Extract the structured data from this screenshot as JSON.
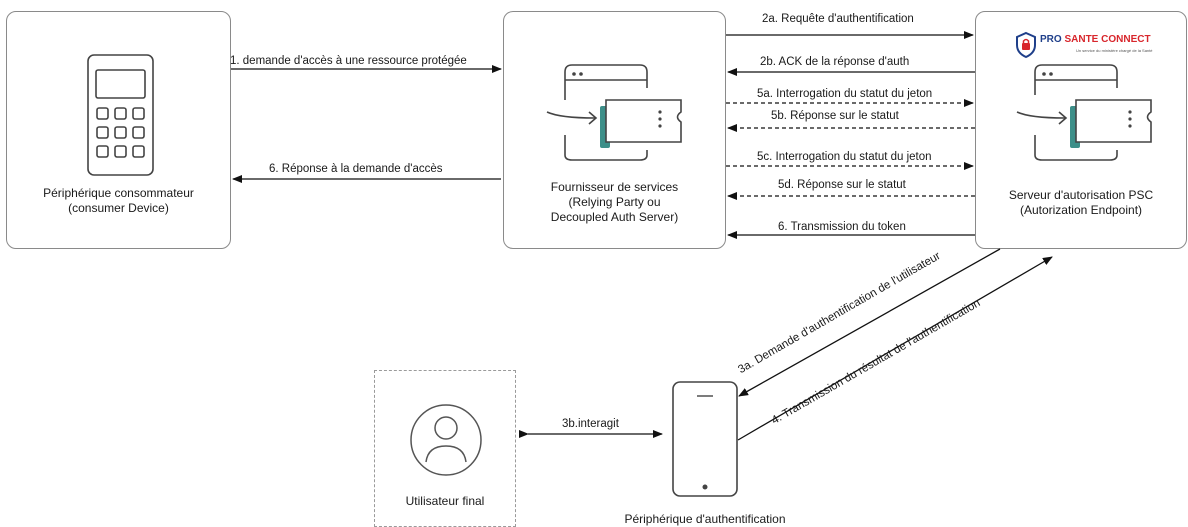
{
  "nodes": {
    "consumer_device": "Périphérique consommateur\n(consumer Device)",
    "service_provider": "Fournisseur de services\n(Relying Party ou\nDecoupled Auth Server)",
    "auth_server": "Serveur d'autorisation PSC\n(Autorization Endpoint)",
    "end_user": "Utilisateur final",
    "auth_device": "Périphérique d'authentification"
  },
  "logo": {
    "pro": "PRO",
    "sante_connect": "SANTE CONNECT",
    "tagline": "Un service du ministère chargé de la Santé"
  },
  "edges": {
    "e1": "1. demande d'accès à une ressource protégée",
    "e6_response": "6. Réponse à la demande d'accès",
    "e2a": "2a. Requête d'authentification",
    "e2b": "2b. ACK de la réponse d'auth",
    "e5a": "5a. Interrogation du statut du jeton",
    "e5b": "5b. Réponse sur le statut",
    "e5c": "5c. Interrogation du statut du jeton",
    "e5d": "5d. Réponse sur le statut",
    "e6_token": "6. Transmission du token",
    "e3a": "3a. Demande d'authentification de l'utilisateur",
    "e4": "4. Transmission du résultat de l'authentification",
    "e3b": "3b.interagit"
  }
}
